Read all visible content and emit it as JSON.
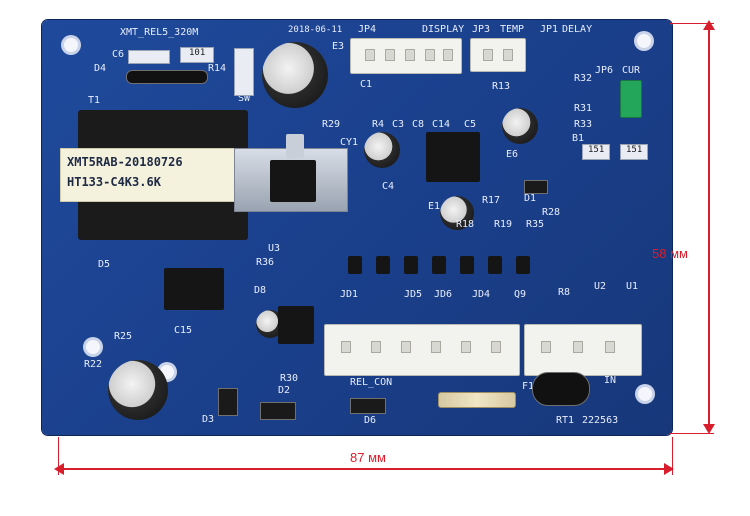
{
  "board": {
    "model": "XMT_REL5_320M",
    "date": "2018-06-11",
    "serial": "222563",
    "sticker_line1": "XMT5RAB-20180726",
    "sticker_line2": "HT133-C4K3.6K"
  },
  "connectors": {
    "jp4": "JP4",
    "display": "DISPLAY",
    "jp3": "JP3",
    "temp": "TEMP",
    "jp1": "JP1",
    "delay": "DELAY",
    "jp6": "JP6",
    "cur": "CUR"
  },
  "refs": {
    "c6": "C6",
    "d4": "D4",
    "r14": "R14",
    "t1": "T1",
    "sw": "SW",
    "e3": "E3",
    "r32": "R32",
    "r31": "R31",
    "r33": "R33",
    "r13": "R13",
    "c1": "C1",
    "r4": "R4",
    "c3": "C3",
    "c8": "C8",
    "c14": "C14",
    "c5": "C5",
    "e6": "E6",
    "b1": "B1",
    "r29": "R29",
    "cy1": "CY1",
    "c4": "C4",
    "e1": "E1",
    "r17": "R17",
    "r19": "R19",
    "r25": "R25",
    "r22": "R22",
    "r36": "R36",
    "r30": "R30",
    "d3": "D3",
    "d2": "D2",
    "d6": "D6",
    "rel_con": "REL_CON",
    "f1": "F1",
    "rt1": "RT1",
    "u3": "U3",
    "d8": "D8",
    "c15": "C15",
    "d5": "D5",
    "u2": "U2",
    "u1": "U1",
    "r8": "R8",
    "jd1": "JD1",
    "jd5": "JD5",
    "jd6": "JD6",
    "jd4": "JD4",
    "r35": "R35",
    "r18": "R18",
    "r28": "R28",
    "d1": "D1",
    "q9": "Q9",
    "in": "IN",
    "r101": "101",
    "r151a": "151",
    "r151b": "151"
  },
  "dimensions": {
    "width_label": "87 мм",
    "height_label": "58 мм"
  },
  "colors": {
    "pcb": "#1f4a9c",
    "dimension": "#d81e2c"
  }
}
